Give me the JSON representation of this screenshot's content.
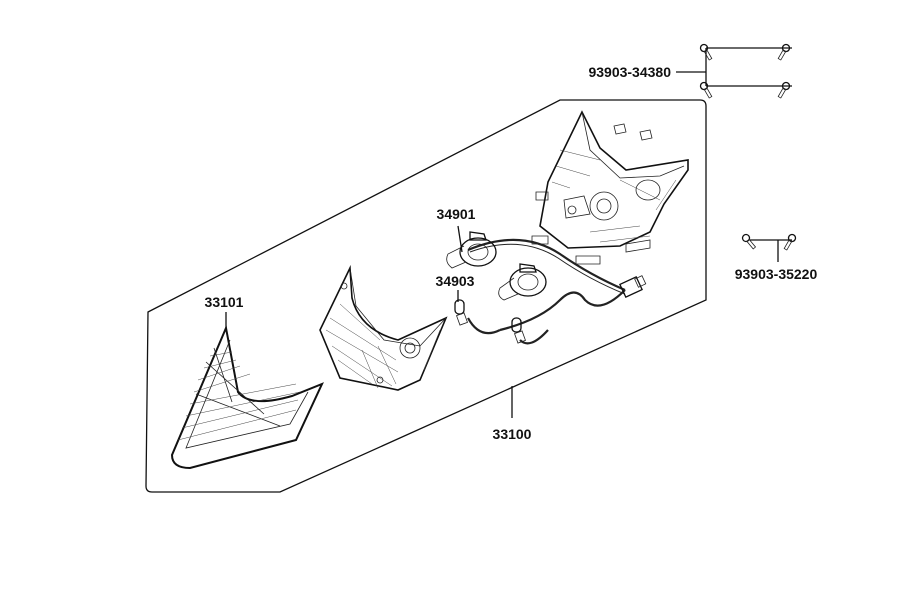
{
  "parts": {
    "screws_top": "93903-34380",
    "screws_right": "93903-35220",
    "bulb_main": "34901",
    "bulb_small": "34903",
    "lens": "33101",
    "assembly": "33100"
  }
}
